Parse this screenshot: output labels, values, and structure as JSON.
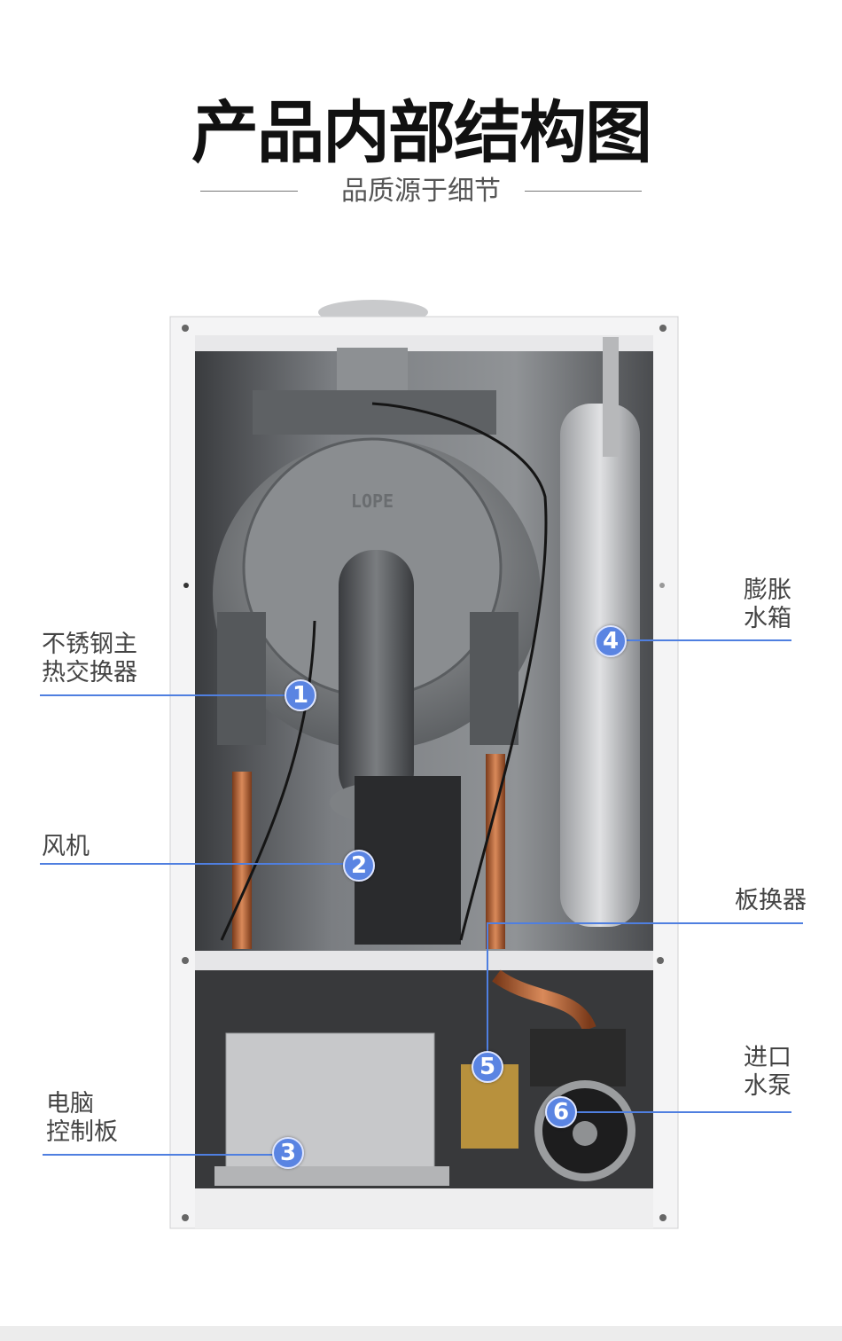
{
  "header": {
    "title": "产品内部结构图",
    "subtitle": "品质源于细节"
  },
  "product": {
    "logo": "LOPE"
  },
  "callouts": [
    {
      "number": "1",
      "label": "不锈钢主\n热交换器"
    },
    {
      "number": "2",
      "label": "风机"
    },
    {
      "number": "3",
      "label": "电脑\n控制板"
    },
    {
      "number": "4",
      "label": "膨胀\n水箱"
    },
    {
      "number": "5",
      "label": "板换器"
    },
    {
      "number": "6",
      "label": "进口\n水泵"
    }
  ],
  "colors": {
    "accent": "#5a84e2",
    "line": "#4f7fe0"
  }
}
